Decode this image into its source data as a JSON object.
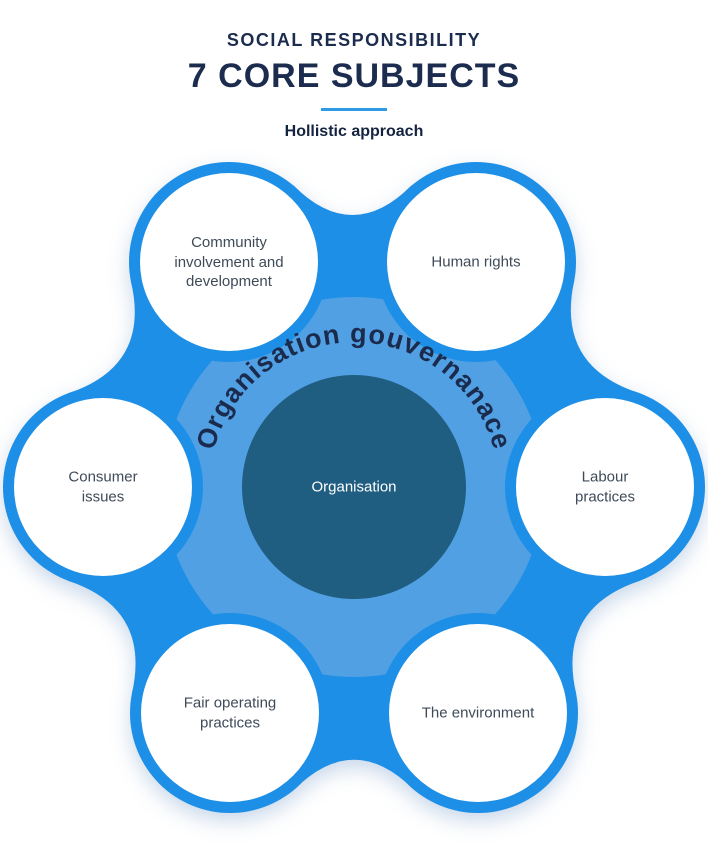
{
  "header": {
    "subtitle": "SOCIAL RESPONSIBILITY",
    "title": "7 CORE SUBJECTS",
    "tagline": "Hollistic approach"
  },
  "diagram": {
    "arc_label": "Organisation gouvernanace",
    "center_label": "Organisation",
    "subjects": [
      {
        "id": "community-involvement",
        "label": "Community involvement and development",
        "position": "top-left"
      },
      {
        "id": "human-rights",
        "label": "Human rights",
        "position": "top-right"
      },
      {
        "id": "consumer-issues",
        "label": "Consumer issues",
        "position": "left"
      },
      {
        "id": "labour-practices",
        "label": "Labour practices",
        "position": "right"
      },
      {
        "id": "fair-operating-practices",
        "label": "Fair operating practices",
        "position": "bottom-left"
      },
      {
        "id": "the-environment",
        "label": "The environment",
        "position": "bottom-right"
      }
    ],
    "colors": {
      "petal_blue": "#1E8FE6",
      "governance_ring_blue": "#51A0E4",
      "core_dark_blue": "#1F5E81",
      "heading_navy": "#1C2C4E",
      "accent_underline": "#2E9BE6",
      "label_text": "#3F4B59",
      "center_text": "#FFFFFF"
    }
  }
}
